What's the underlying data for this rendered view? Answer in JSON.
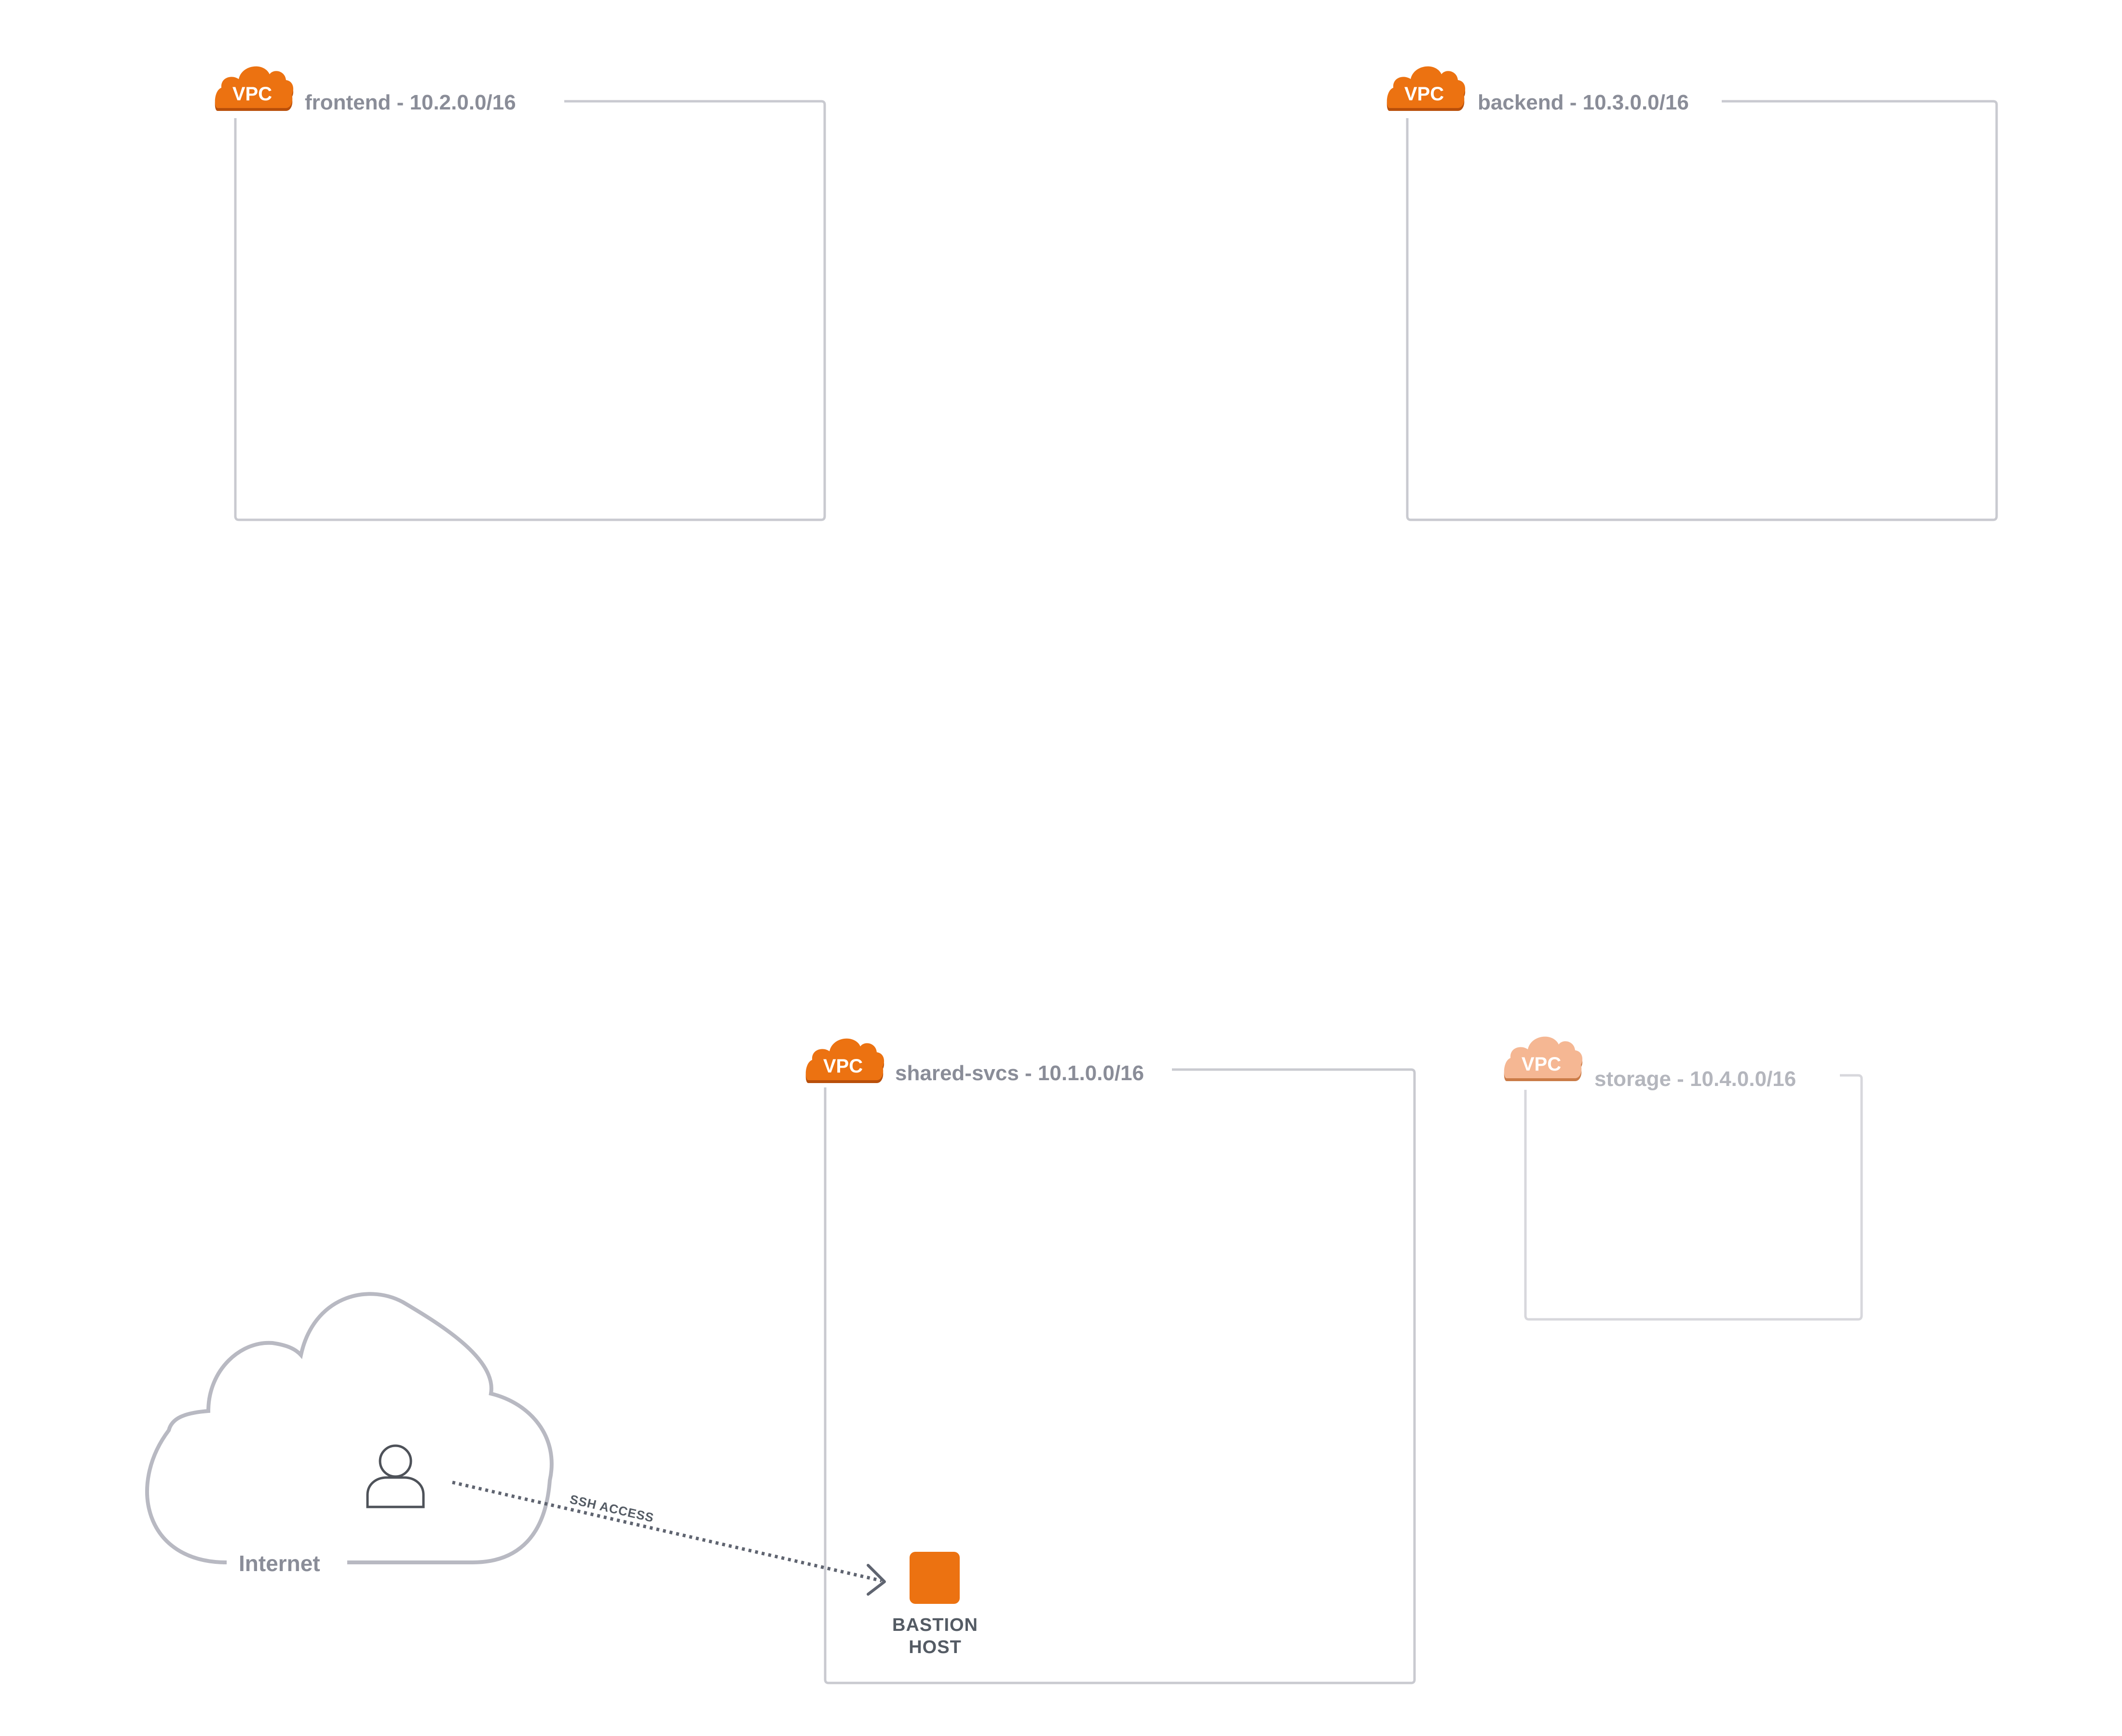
{
  "colors": {
    "vpc_badge": "#ec7211",
    "vpc_badge_dark": "#b94f0a",
    "vpc_badge_faded": "#f2a070",
    "border": "#c9cad0",
    "label_text": "#8a8d98",
    "faded_label_text": "#b4b6bd",
    "internet_cloud": "#b8b9c2",
    "user_icon": "#4e5259",
    "edge": "#5f6470",
    "bastion": "#ec7211"
  },
  "vpcs": [
    {
      "id": "frontend",
      "badge": "VPC",
      "label": "frontend - 10.2.0.0/16",
      "faded": false
    },
    {
      "id": "backend",
      "badge": "VPC",
      "label": "backend - 10.3.0.0/16",
      "faded": false
    },
    {
      "id": "shared-svcs",
      "badge": "VPC",
      "label": "shared-svcs - 10.1.0.0/16",
      "faded": false
    },
    {
      "id": "storage",
      "badge": "VPC",
      "label": "storage - 10.4.0.0/16",
      "faded": true
    }
  ],
  "internet": {
    "label": "Internet",
    "user_icon": "user-icon"
  },
  "bastion": {
    "line1": "BASTION",
    "line2": "HOST",
    "icon": "ec2-instance-icon"
  },
  "edges": [
    {
      "from": "internet-user",
      "to": "bastion-host",
      "label": "SSH ACCESS",
      "style": "dotted",
      "arrow": "open"
    }
  ]
}
